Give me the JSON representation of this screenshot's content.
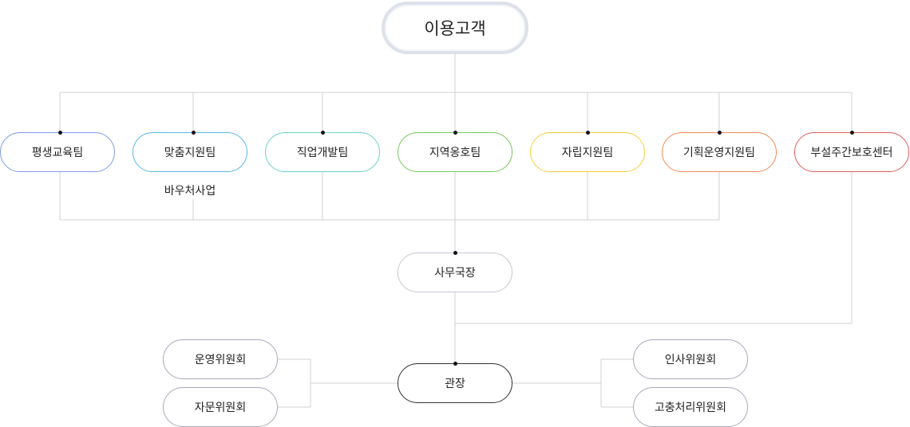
{
  "top": {
    "label": "이용고객"
  },
  "departments": [
    {
      "label": "평생교육팀",
      "color": "#7f9be6"
    },
    {
      "label": "맞춤지원팀",
      "color": "#5ab8e6"
    },
    {
      "label": "직업개발팀",
      "color": "#67d3c9"
    },
    {
      "label": "지역옹호팀",
      "color": "#78c95e"
    },
    {
      "label": "자립지원팀",
      "color": "#f2cf3b"
    },
    {
      "label": "기획운영지원팀",
      "color": "#f28c55"
    },
    {
      "label": "부설주간보호센터",
      "color": "#e25c5c"
    }
  ],
  "note": "바우처사업",
  "secretary": {
    "label": "사무국장"
  },
  "director": {
    "label": "관장"
  },
  "left_committees": [
    {
      "label": "운영위원회"
    },
    {
      "label": "자문위원회"
    }
  ],
  "right_committees": [
    {
      "label": "인사위원회"
    },
    {
      "label": "고충처리위원회"
    }
  ]
}
